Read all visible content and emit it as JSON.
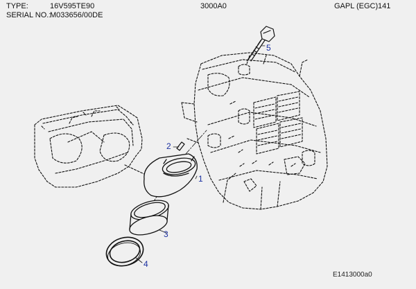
{
  "header": {
    "type_label": "TYPE:",
    "type_value": "16V595TE90",
    "serial_label": "SERIAL NO.:",
    "serial_value": "M033656/00DE",
    "group_code": "3000A0",
    "group_name": "GAPL (EGC)",
    "page_number": "141"
  },
  "callouts": [
    "1",
    "2",
    "3",
    "4",
    "5"
  ],
  "drawing_code": "E1413000a0",
  "colors": {
    "background": "#f0f0f0",
    "line": "#111111",
    "callout": "#1a2fa0"
  }
}
